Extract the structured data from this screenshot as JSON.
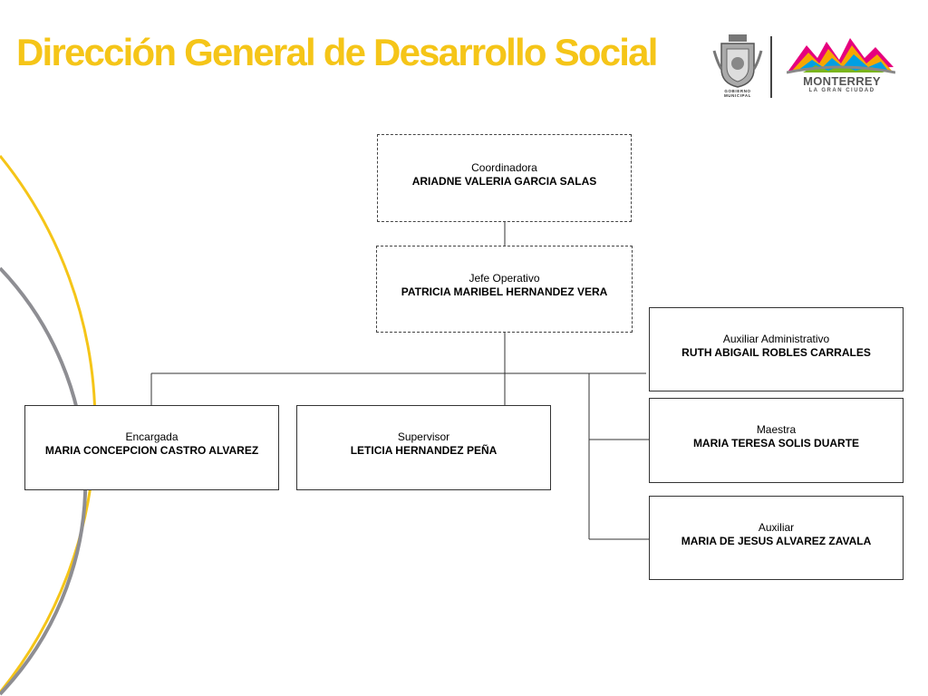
{
  "header": {
    "title": "Dirección General de Desarrollo Social",
    "title_color": "#F5C518"
  },
  "logos": {
    "seal_icon": "coat-of-arms-icon",
    "seal_caption": "GOBIERNO MUNICIPAL",
    "city_icon": "monterrey-mountains-icon",
    "city_name": "MONTERREY",
    "city_tagline": "LA GRAN CIUDAD"
  },
  "org_chart": {
    "coordinadora": {
      "role": "Coordinadora",
      "name": "ARIADNE VALERIA GARCIA SALAS"
    },
    "jefe_operativo": {
      "role": "Jefe Operativo",
      "name": "PATRICIA MARIBEL HERNANDEZ VERA"
    },
    "encargada": {
      "role": "Encargada",
      "name": "MARIA CONCEPCION CASTRO ALVAREZ"
    },
    "supervisor": {
      "role": "Supervisor",
      "name": "LETICIA HERNANDEZ PEÑA"
    },
    "auxiliar_administrativo": {
      "role": "Auxiliar Administrativo",
      "name": "RUTH ABIGAIL ROBLES CARRALES"
    },
    "maestra": {
      "role": "Maestra",
      "name": "MARIA TERESA SOLIS DUARTE"
    },
    "auxiliar": {
      "role": "Auxiliar",
      "name": "MARIA DE JESUS ALVAREZ ZAVALA"
    }
  },
  "colors": {
    "accent_yellow": "#F5C518",
    "arc_gray": "#8E8E93"
  }
}
